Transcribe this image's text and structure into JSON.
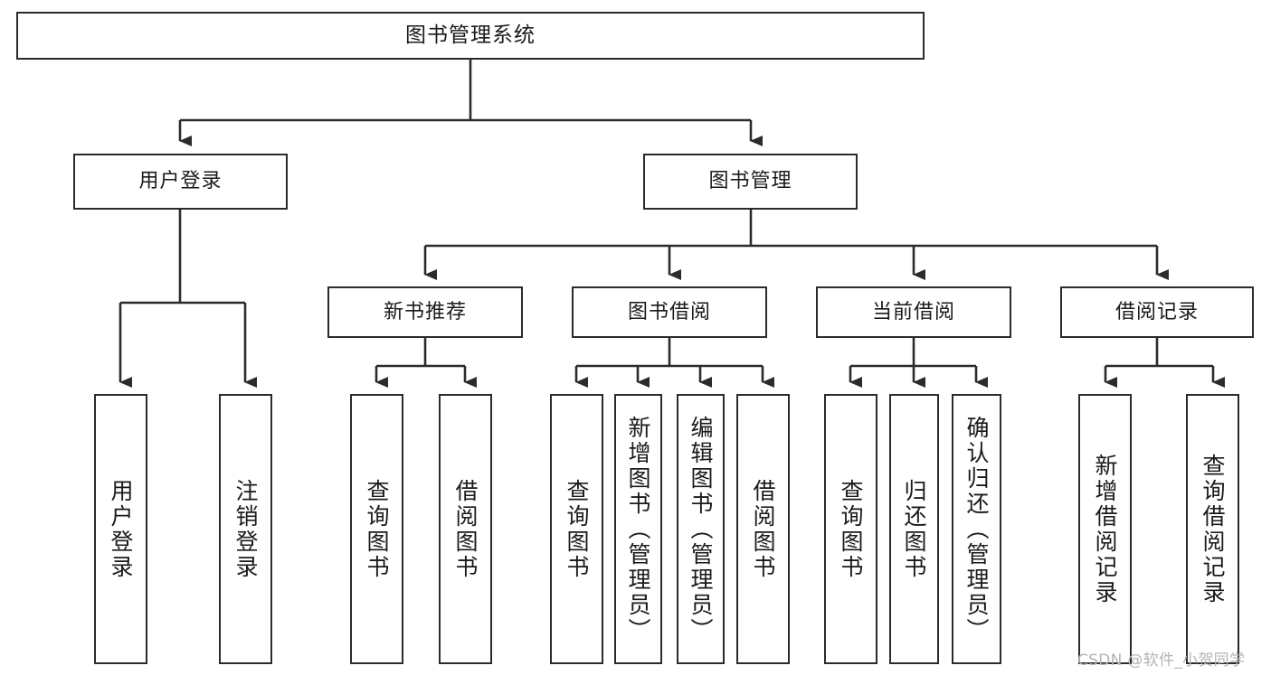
{
  "diagram": {
    "type": "tree",
    "title": "图书管理系统",
    "watermark": "CSDN @软件_小贺同学",
    "colors": {
      "node_border": "#2b2b2b",
      "node_fill": "#ffffff",
      "connector": "#2b2b2b",
      "text": "#1a1a1a",
      "watermark": "#b3b3b3",
      "background": "#ffffff"
    },
    "root": {
      "label": "图书管理系统"
    },
    "level1": [
      {
        "label": "用户登录"
      },
      {
        "label": "图书管理"
      }
    ],
    "level2": [
      {
        "label": "新书推荐"
      },
      {
        "label": "图书借阅"
      },
      {
        "label": "当前借阅"
      },
      {
        "label": "借阅记录"
      }
    ],
    "leaves": {
      "user_login": [
        {
          "label": "用户登录"
        },
        {
          "label": "注销登录"
        }
      ],
      "new_book_recommend": [
        {
          "label": "查询图书"
        },
        {
          "label": "借阅图书"
        }
      ],
      "book_borrow": [
        {
          "label": "查询图书"
        },
        {
          "label": "新增图书（管理员）"
        },
        {
          "label": "编辑图书（管理员）"
        },
        {
          "label": "借阅图书"
        }
      ],
      "current_borrow": [
        {
          "label": "查询图书"
        },
        {
          "label": "归还图书"
        },
        {
          "label": "确认归还（管理员）"
        }
      ],
      "borrow_record": [
        {
          "label": "新增借阅记录"
        },
        {
          "label": "查询借阅记录"
        }
      ]
    }
  }
}
